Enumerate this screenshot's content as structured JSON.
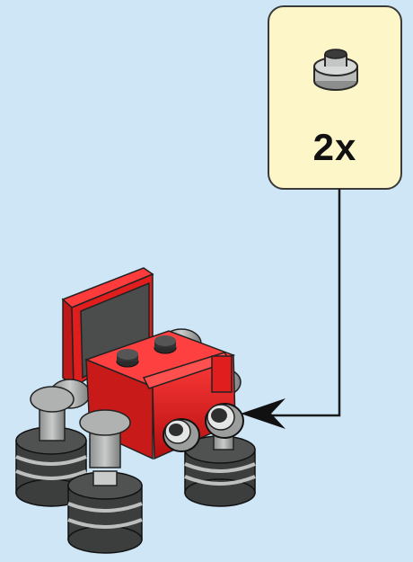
{
  "callout": {
    "part_icon": "round-plate-1x1-light-gray",
    "quantity_label": "2x"
  },
  "colors": {
    "background": "#cfe6f7",
    "callout_fill": "#fdf6c8",
    "callout_border": "#3a3a3a",
    "red": "#e01e1e",
    "light_gray": "#a9aaaa",
    "dark_gray": "#4a4a4a"
  },
  "model": {
    "icon": "lego-model-assembly"
  }
}
